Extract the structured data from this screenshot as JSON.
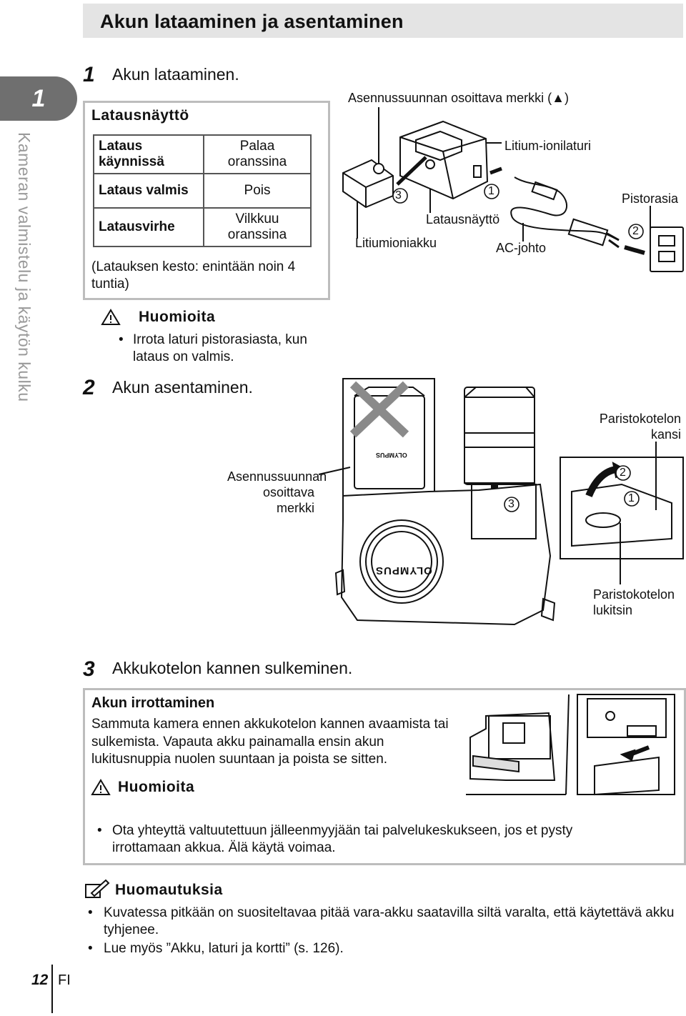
{
  "header": {
    "title": "Akun lataaminen ja asentaminen"
  },
  "chapter": {
    "number": "1",
    "vertical_title": "Kameran valmistelu ja käytön kulku"
  },
  "step1": {
    "number": "1",
    "text": "Akun lataaminen."
  },
  "charge_box": {
    "title": "Latausnäyttö",
    "rows": [
      {
        "state": "Lataus käynnissä",
        "display": "Palaa oranssina"
      },
      {
        "state": "Lataus valmis",
        "display": "Pois"
      },
      {
        "state": "Latausvirhe",
        "display": "Vilkkuu oranssina"
      }
    ],
    "duration": "(Latauksen kesto: enintään noin 4 tuntia)",
    "caution_title": "Huomioita",
    "caution_text": "Irrota laturi pistorasiasta, kun lataus on valmis."
  },
  "step2": {
    "number": "2",
    "text": "Akun asentaminen."
  },
  "step3": {
    "number": "3",
    "text": "Akkukotelon kannen sulkeminen."
  },
  "labels": {
    "direction_mark": "Asennussuunnan osoittava merkki (▲)",
    "charger": "Litium-ionilaturi",
    "outlet": "Pistorasia",
    "charge_display": "Latausnäyttö",
    "battery": "Litiumioniakku",
    "ac_cable": "AC-johto",
    "cover": "Paristokotelon kansi",
    "install_mark": "Asennussuunnan osoittava merkki",
    "lock": "Paristokotelon lukitsin",
    "n1": "1",
    "n2": "2",
    "n3": "3"
  },
  "brand": "OLYMPUS",
  "removal_box": {
    "title": "Akun irrottaminen",
    "text": "Sammuta kamera ennen akkukotelon kannen avaamista tai sulkemista. Vapauta akku painamalla ensin akun lukitusnuppia nuolen suuntaan ja poista se sitten.",
    "caution_title": "Huomioita",
    "caution_text": "Ota yhteyttä valtuutettuun jälleenmyyjään tai palvelukeskukseen, jos et pysty irrottamaan akkua. Älä käytä voimaa."
  },
  "notes": {
    "title": "Huomautuksia",
    "items": [
      "Kuvatessa pitkään on suositeltavaa pitää vara-akku saatavilla siltä varalta, että käytettävä akku tyhjenee.",
      "Lue myös ”Akku, laturi ja kortti” (s. 126)."
    ]
  },
  "footer": {
    "page": "12",
    "lang": "FI"
  }
}
